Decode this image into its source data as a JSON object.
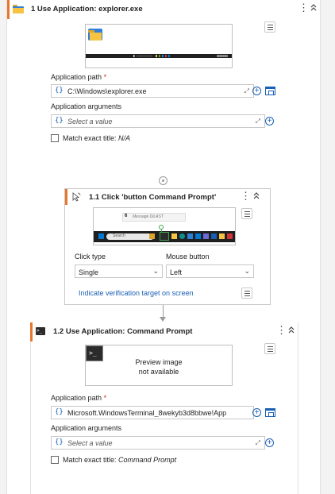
{
  "block1": {
    "title": "1 Use Application: explorer.exe",
    "path_label": "Application path",
    "required_mark": "*",
    "path_brace": "{}",
    "path_value": "C:\\Windows\\explorer.exe",
    "args_label": "Application arguments",
    "args_brace": "{}",
    "args_placeholder": "Select a value",
    "match_label": "Match exact title:",
    "match_value": "N/A"
  },
  "block11": {
    "title": "1.1  Click 'button Command Prompt'",
    "preview_tooltip": "Message DiLAST",
    "preview_search": "Search",
    "click_type_label": "Click type",
    "click_type_value": "Single",
    "mouse_button_label": "Mouse button",
    "mouse_button_value": "Left",
    "verify_link": "Indicate verification target on screen"
  },
  "block12": {
    "title": "1.2  Use Application: Command Prompt",
    "preview_line1": "Preview image",
    "preview_line2": "not available",
    "path_label": "Application path",
    "required_mark": "*",
    "path_brace": "{}",
    "path_value": "Microsoft.WindowsTerminal_8wekyb3d8bbwe!App",
    "args_label": "Application arguments",
    "args_brace": "{}",
    "args_placeholder": "Select a value",
    "match_label": "Match exact title:",
    "match_value": "Command Prompt"
  },
  "icons": {
    "kebab": "⋮",
    "collapse": "⌃",
    "expand": "⤢",
    "plus": "+",
    "chevron": "⌄"
  },
  "colors": {
    "accent": "#e8772e",
    "link": "#1a5fb4",
    "required": "#c42b1c"
  }
}
